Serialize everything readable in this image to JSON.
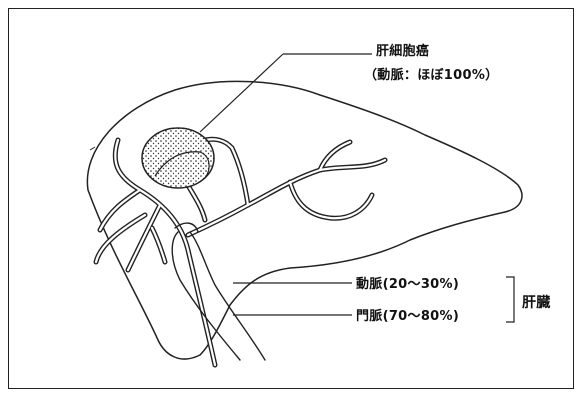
{
  "labels": {
    "tumor": "肝細胞癌",
    "tumor_supply": "（動脈：ほぼ100%）",
    "artery": "動脈(20～30%)",
    "portal_vein": "門脈(70～80%)",
    "liver": "肝臓"
  },
  "colors": {
    "line": "#222222",
    "background": "#ffffff"
  }
}
